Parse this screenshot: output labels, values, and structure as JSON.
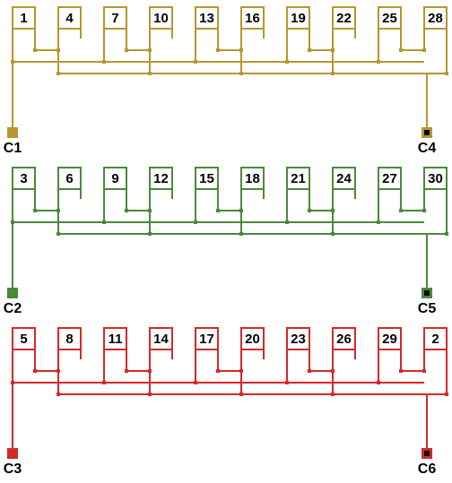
{
  "groups": [
    {
      "color": "#b8962e",
      "slots": [
        "1",
        "4",
        "7",
        "10",
        "13",
        "16",
        "19",
        "22",
        "25",
        "28"
      ],
      "terminals": [
        {
          "label": "C1",
          "fill": "group-color"
        },
        {
          "label": "C4",
          "fill": "black-center"
        }
      ]
    },
    {
      "color": "#4a8a3a",
      "slots": [
        "3",
        "6",
        "9",
        "12",
        "15",
        "18",
        "21",
        "24",
        "27",
        "30"
      ],
      "terminals": [
        {
          "label": "C2",
          "fill": "group-color"
        },
        {
          "label": "C5",
          "fill": "black-center"
        }
      ]
    },
    {
      "color": "#d42a2a",
      "slots": [
        "5",
        "8",
        "11",
        "14",
        "17",
        "20",
        "23",
        "26",
        "29",
        "2"
      ],
      "terminals": [
        {
          "label": "C3",
          "fill": "group-color"
        },
        {
          "label": "C6",
          "fill": "black-center"
        }
      ]
    }
  ]
}
